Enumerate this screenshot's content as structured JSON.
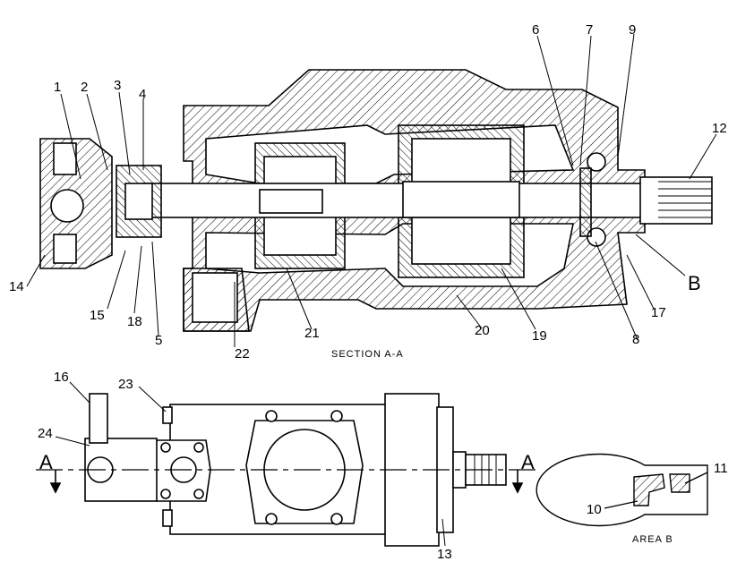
{
  "section_caption": "SECTION A-A",
  "area_caption": "AREA B",
  "callouts": [
    "1",
    "2",
    "3",
    "4",
    "5",
    "6",
    "7",
    "8",
    "9",
    "10",
    "11",
    "12",
    "13",
    "14",
    "15",
    "16",
    "17",
    "18",
    "19",
    "20",
    "21",
    "22",
    "23",
    "24"
  ],
  "section_markers": {
    "left": "A",
    "right": "A"
  },
  "detail_marker": "B"
}
